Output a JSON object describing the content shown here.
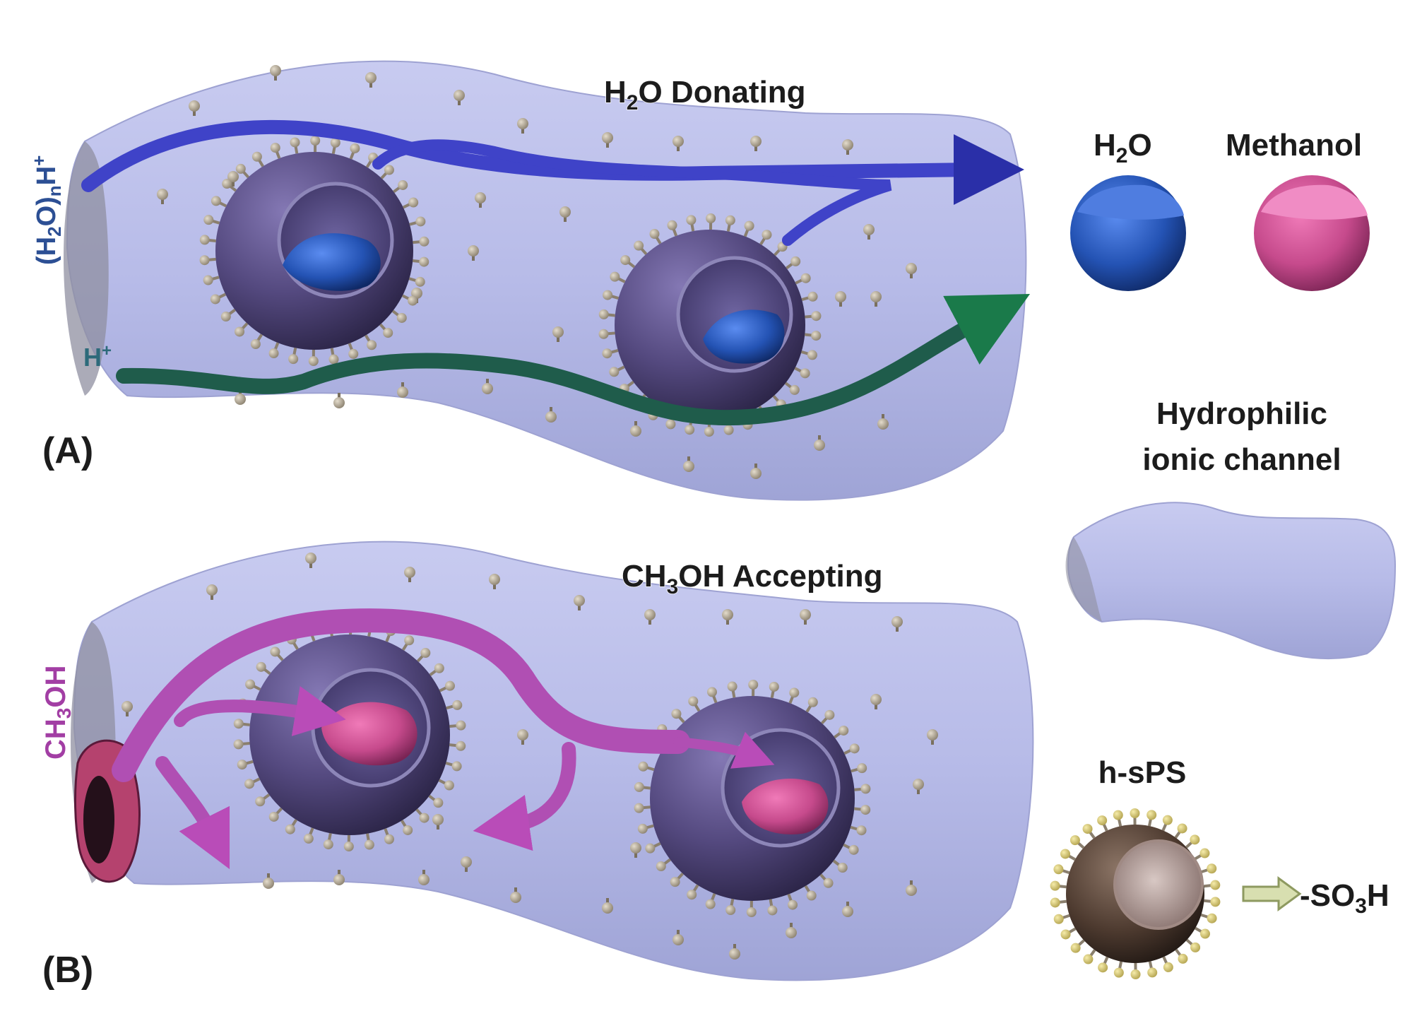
{
  "panel_a": {
    "letter": "(A)",
    "title_pre": "H",
    "title_sub": "2",
    "title_post": "O Donating",
    "flow_top_pre": "(H",
    "flow_top_sub1": "2",
    "flow_top_mid": "O)",
    "flow_top_sub2": "n",
    "flow_top_post": "H",
    "flow_top_sup": "+",
    "flow_bottom": "H",
    "flow_bottom_sup": "+"
  },
  "panel_b": {
    "letter": "(B)",
    "title_pre": "CH",
    "title_sub": "3",
    "title_post": "OH Accepting",
    "flow_pre": "CH",
    "flow_sub": "3",
    "flow_post": "OH"
  },
  "legend": {
    "water_pre": "H",
    "water_sub": "2",
    "water_post": "O",
    "methanol": "Methanol",
    "channel_line1": "Hydrophilic",
    "channel_line2": "ionic channel",
    "hsps": "h-sPS",
    "so3h_pre": "-SO",
    "so3h_sub": "3",
    "so3h_post": "H"
  },
  "colors": {
    "channel": "#b9bde8",
    "sphere": "#5a4f86",
    "water": "#2c60c4",
    "methanol": "#d2559a",
    "proton_path": "#22604d",
    "hydronium_path": "#4a4ed0",
    "methanol_path": "#b052b4",
    "hsps_shell": "#5a4438"
  }
}
